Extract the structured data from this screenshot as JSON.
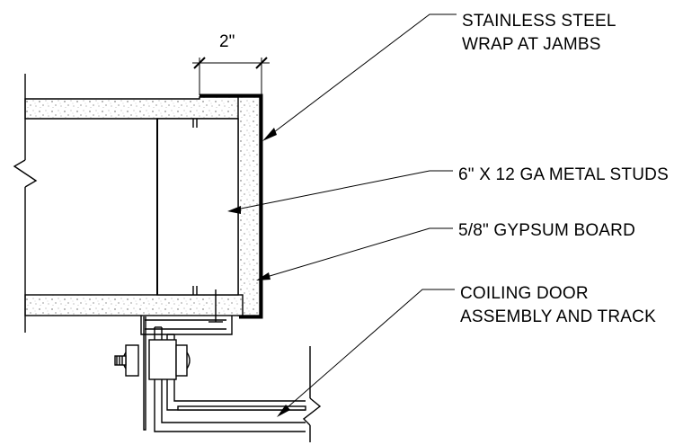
{
  "dimension": {
    "label": "2\""
  },
  "callouts": {
    "stainless": {
      "line1": "STAINLESS STEEL",
      "line2": "WRAP AT JAMBS"
    },
    "studs": {
      "line1": "6\" X 12 GA METAL STUDS"
    },
    "gypsum": {
      "line1": "5/8\" GYPSUM BOARD"
    },
    "coiling": {
      "line1": "COILING DOOR",
      "line2": "ASSEMBLY AND TRACK"
    }
  }
}
